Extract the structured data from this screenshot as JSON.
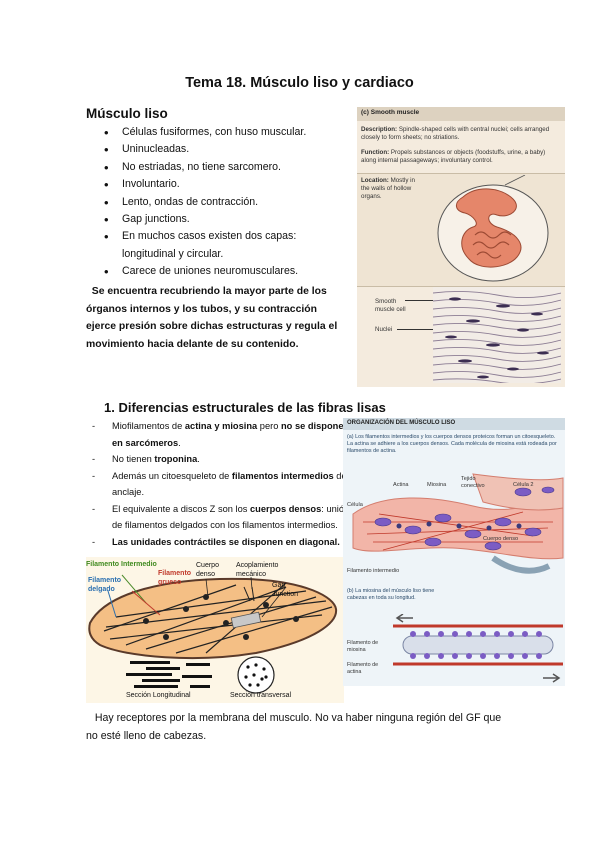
{
  "title": "Tema 18. Músculo liso y cardiaco",
  "section1": {
    "heading": "Músculo liso",
    "bullets": [
      "Células fusiformes, con huso muscular.",
      "Uninucleadas.",
      "No estriadas, no tiene sarcomero.",
      "Involuntario.",
      "Lento, ondas de contracción.",
      "Gap junctions.",
      "En muchos casos existen dos capas: longitudinal y circular.",
      "Carece de uniones neuromusculares."
    ],
    "paragraph": "Se encuentra recubriendo la mayor parte de los órganos internos y los tubos, y su contracción ejerce presión sobre dichas estructuras y regula el movimiento hacia delante de su contenido."
  },
  "figure1": {
    "header": "(c) Smooth muscle",
    "description_label": "Description:",
    "description_text": "Spindle-shaped cells with central nuclei; cells arranged closely to form sheets; no striations.",
    "function_label": "Function:",
    "function_text": "Propels substances or objects (foodstuffs, urine, a baby) along internal passageways; involuntary control.",
    "location_label": "Location:",
    "location_text": "Mostly in the walls of hollow organs.",
    "label_cell": "Smooth muscle cell",
    "label_nuclei": "Nuclei"
  },
  "section2": {
    "heading": "1.  Diferencias estructurales de las fibras lisas",
    "items": [
      {
        "pre": "Miofilamentos de ",
        "b1": "actina",
        "mid": " y ",
        "b2": "miosina",
        "post": " pero ",
        "b3": "no se disponen en sarcómeros",
        "end": "."
      },
      {
        "pre": "No tienen ",
        "b1": "troponina",
        "end": "."
      },
      {
        "pre": "Además un citoesqueleto de ",
        "b1": "filamentos intermedios",
        "end": " de anclaje."
      },
      {
        "pre": "El equivalente a discos Z son los ",
        "b1": "cuerpos densos",
        "end": ": unión de filamentos delgados con los filamentos intermedios."
      },
      {
        "b1": "Las unidades contráctiles se disponen en diagonal."
      }
    ]
  },
  "figure2": {
    "filamento_intermedio": "Filamento Intermedio",
    "filamento_delgado": "Filamento delgado",
    "filamento_grueso": "Filamento grueso",
    "cuerpo_denso": "Cuerpo denso",
    "acoplamiento": "Acoplamiento mecánico",
    "gap": "Gap Junction",
    "seccion_long": "Sección Longitudinal",
    "seccion_trans": "Sección  transversal"
  },
  "figure3": {
    "header": "ORGANIZACIÓN DEL MÚSCULO LISO",
    "caption_a": "(a) Los filamentos intermedios y los cuerpos densos proteicos forman un citoesqueleto. La actina se adhiere a los cuerpos densos. Cada molécula de miosina está rodeada por filamentos de actina.",
    "lbl_actina": "Actina",
    "lbl_miosina": "Miosina",
    "lbl_tejido": "Tejido conectivo",
    "lbl_celula2": "Célula 2",
    "lbl_celula": "Célula",
    "lbl_cuerpo": "Cuerpo denso",
    "lbl_filint": "Filamento intermedio",
    "caption_b": "(b) La miosina del músculo liso tiene cabezas en toda su longitud.",
    "lbl_fil_miosina": "Filamento de miosina",
    "lbl_fil_actina": "Filamento de actina"
  },
  "closing": "Hay receptores por la membrana del musculo. No va haber ninguna región del GF que no esté lleno de cabezas."
}
